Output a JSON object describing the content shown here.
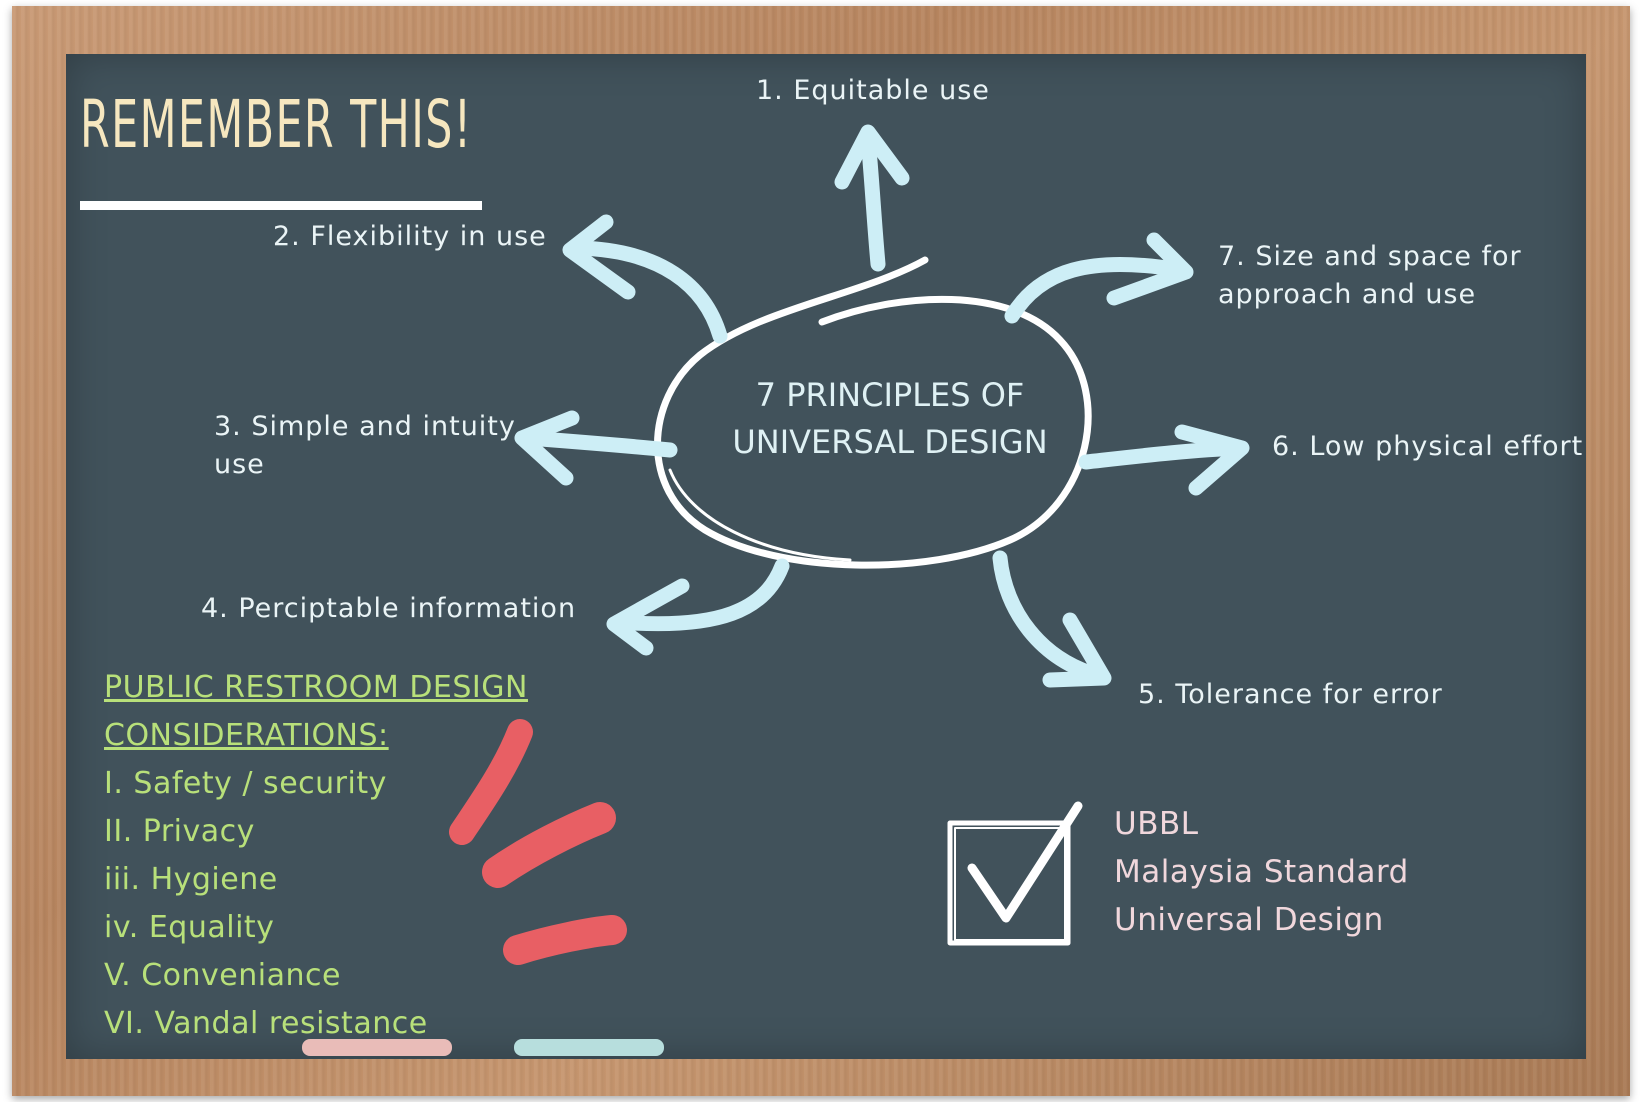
{
  "title": "REMEMBER THIS!",
  "center": {
    "line1": "7 PRINCIPLES OF",
    "line2": "UNIVERSAL DESIGN"
  },
  "principles": [
    {
      "label": "1. Equitable use"
    },
    {
      "label": "2. Flexibility in use"
    },
    {
      "label": "3. Simple and intuity",
      "label_cont": "use"
    },
    {
      "label": "4. Perciptable information"
    },
    {
      "label": "5. Tolerance for error"
    },
    {
      "label": "6. Low physical effort"
    },
    {
      "label": "7. Size and space for",
      "label_cont": "approach and use"
    }
  ],
  "considerations": {
    "heading_line1": "PUBLIC RESTROOM DESIGN",
    "heading_line2": "CONSIDERATIONS:",
    "items": [
      "I. Safety / security",
      "II. Privacy",
      "iii. Hygiene",
      "iv. Equality",
      "V. Conveniance",
      "VI. Vandal resistance"
    ]
  },
  "standards": [
    "UBBL",
    "Malaysia Standard",
    "Universal Design"
  ],
  "colors": {
    "board": "#41525b",
    "frame": "#b98a63",
    "arrow": "#cdeef6",
    "green_text": "#b8e07a",
    "pink_text": "#f0d7dc",
    "red_marks": "#e85f64",
    "title": "#f6e7bf"
  },
  "icons": {
    "checkbox": "checkbox-checked-icon"
  }
}
